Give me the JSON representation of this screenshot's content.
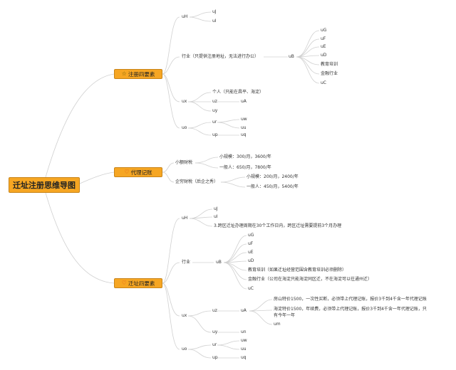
{
  "root": {
    "label": "迁址注册思维导图"
  },
  "branch1": {
    "label": "注册四要素",
    "icon": "star-icon",
    "uH": "uH",
    "uJ": "uJ",
    "uI": "uI",
    "industry": "行业（只提供注册地址，无法进行办公）",
    "uB": "uB",
    "items": [
      "uG",
      "uF",
      "uE",
      "uD",
      "教育培训",
      "金融行业",
      "uC"
    ],
    "ux": "ux",
    "personal": "个人（只能在昌平、海淀）",
    "uz": "uz",
    "uA": "uA",
    "uy": "uy",
    "uo": "uo",
    "ur": "ur",
    "uw": "uw",
    "uu": "uu",
    "up": "up",
    "uq": "uq"
  },
  "branch2": {
    "label": "代理记账",
    "icon": "heart-icon",
    "small": "小额财税",
    "small_items": [
      "小规模：300/月，3600/年",
      "一般人：650/月，7800/年"
    ],
    "company": "企穷财税（后企之秀）",
    "company_items": [
      "小规模：200/月，2400/年",
      "一般人：450/月，5400/年"
    ]
  },
  "branch3": {
    "label": "迁址四要素",
    "icon": "heart-icon",
    "uH": "uH",
    "uJ": "uJ",
    "uI": "uI",
    "note": "3.跨区迁址办理周期在30个工作日内，跨区迁址需要提前3个月办理",
    "industry": "行业",
    "uB": "uB",
    "items": [
      "uG",
      "uF",
      "uE",
      "uD",
      "教育培训（如果迁址经营范围含教育培训必须删除）",
      "金融行业（公司在海淀只能海淀同区迁，不在海淀可以往通州迁）",
      "uC"
    ],
    "ux": "ux",
    "uz": "uz",
    "uA": "uA",
    "uA_items": [
      "房山特价1500，一次性买断，必须带上代理记账，报价3千到4千含一年代理记账",
      "海淀特价1500，年续费，必须带上代理记账，报价3千到4千含一年代理记账，只",
      "有今年一年",
      "um"
    ],
    "uy": "uy",
    "un": "un",
    "uo": "uo",
    "ur": "ur",
    "uw": "uw",
    "uu": "uu",
    "up": "up",
    "uq": "uq"
  }
}
